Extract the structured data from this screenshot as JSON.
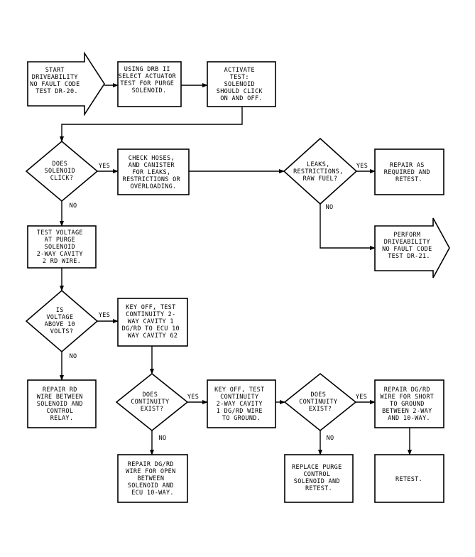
{
  "nodes": [
    {
      "id": "start",
      "shape": "start-arrow",
      "lines": [
        "START",
        "DRIVEABILITY",
        "NO FAULT CODE",
        "TEST DR-20."
      ]
    },
    {
      "id": "drb",
      "shape": "box",
      "lines": [
        "USING DRB II",
        "SELECT ACTUATOR",
        "TEST FOR PURGE",
        "SOLENOID."
      ]
    },
    {
      "id": "activate",
      "shape": "box",
      "lines": [
        "ACTIVATE",
        "TEST:",
        "SOLENOID",
        "SHOULD CLICK",
        "ON AND OFF."
      ]
    },
    {
      "id": "click",
      "shape": "decision",
      "lines": [
        "DOES",
        "SOLENOID",
        "CLICK?"
      ]
    },
    {
      "id": "hoses",
      "shape": "box",
      "lines": [
        "CHECK HOSES,",
        "AND CANISTER",
        "FOR LEAKS,",
        "RESTRICTIONS OR",
        "OVERLOADING."
      ]
    },
    {
      "id": "leaks",
      "shape": "decision",
      "lines": [
        "LEAKS,",
        "RESTRICTIONS,",
        "RAW FUEL?"
      ]
    },
    {
      "id": "repair-retest",
      "shape": "box",
      "lines": [
        "REPAIR AS",
        "REQUIRED AND",
        "RETEST."
      ]
    },
    {
      "id": "perform",
      "shape": "end-arrow",
      "lines": [
        "PERFORM",
        "DRIVEABILITY",
        "NO FAULT CODE",
        "TEST DR-21."
      ]
    },
    {
      "id": "test-voltage",
      "shape": "box",
      "lines": [
        "TEST VOLTAGE",
        "AT PURGE",
        "SOLENOID",
        "2-WAY CAVITY",
        "2 RD WIRE."
      ]
    },
    {
      "id": "voltage",
      "shape": "decision",
      "lines": [
        "IS",
        "VOLTAGE",
        "ABOVE 10",
        "VOLTS?"
      ]
    },
    {
      "id": "key-off-1",
      "shape": "box",
      "lines": [
        "KEY OFF, TEST",
        "CONTINUITY 2-",
        "WAY CAVITY 1",
        "DG/RD TO ECU 10",
        "WAY CAVITY 62"
      ]
    },
    {
      "id": "repair-rd",
      "shape": "box",
      "lines": [
        "REPAIR RD",
        "WIRE BETWEEN",
        "SOLENOID AND",
        "CONTROL",
        "RELAY."
      ]
    },
    {
      "id": "continuity-1",
      "shape": "decision",
      "lines": [
        "DOES",
        "CONTINUITY",
        "EXIST?"
      ]
    },
    {
      "id": "key-off-2",
      "shape": "box",
      "lines": [
        "KEY OFF, TEST",
        "CONTINUITY",
        "2-WAY CAVITY",
        "1 DG/RD WIRE",
        "TO GROUND."
      ]
    },
    {
      "id": "continuity-2",
      "shape": "decision",
      "lines": [
        "DOES",
        "CONTINUITY",
        "EXIST?"
      ]
    },
    {
      "id": "repair-short",
      "shape": "box",
      "lines": [
        "REPAIR DG/RD",
        "WIRE FOR SHORT",
        "TO GROUND",
        "BETWEEN 2-WAY",
        "AND 10-WAY."
      ]
    },
    {
      "id": "repair-open",
      "shape": "box",
      "lines": [
        "REPAIR DG/RD",
        "WIRE FOR OPEN",
        "BETWEEN",
        "SOLENOID AND",
        "ECU 10-WAY."
      ]
    },
    {
      "id": "replace",
      "shape": "box",
      "lines": [
        "REPLACE PURGE",
        "CONTROL",
        "SOLENOID AND",
        "RETEST."
      ]
    },
    {
      "id": "retest",
      "shape": "box",
      "lines": [
        "RETEST."
      ]
    }
  ],
  "edges": [
    {
      "from": "start",
      "to": "drb",
      "label": ""
    },
    {
      "from": "drb",
      "to": "activate",
      "label": ""
    },
    {
      "from": "activate",
      "to": "click",
      "label": ""
    },
    {
      "from": "click",
      "to": "hoses",
      "label": "YES"
    },
    {
      "from": "hoses",
      "to": "leaks",
      "label": ""
    },
    {
      "from": "leaks",
      "to": "repair-retest",
      "label": "YES"
    },
    {
      "from": "leaks",
      "to": "perform",
      "label": "NO"
    },
    {
      "from": "click",
      "to": "test-voltage",
      "label": "NO"
    },
    {
      "from": "test-voltage",
      "to": "voltage",
      "label": ""
    },
    {
      "from": "voltage",
      "to": "key-off-1",
      "label": "YES"
    },
    {
      "from": "voltage",
      "to": "repair-rd",
      "label": "NO"
    },
    {
      "from": "key-off-1",
      "to": "continuity-1",
      "label": ""
    },
    {
      "from": "continuity-1",
      "to": "key-off-2",
      "label": "YES"
    },
    {
      "from": "continuity-1",
      "to": "repair-open",
      "label": "NO"
    },
    {
      "from": "key-off-2",
      "to": "continuity-2",
      "label": ""
    },
    {
      "from": "continuity-2",
      "to": "repair-short",
      "label": "YES"
    },
    {
      "from": "continuity-2",
      "to": "replace",
      "label": "NO"
    },
    {
      "from": "repair-short",
      "to": "retest",
      "label": ""
    }
  ]
}
